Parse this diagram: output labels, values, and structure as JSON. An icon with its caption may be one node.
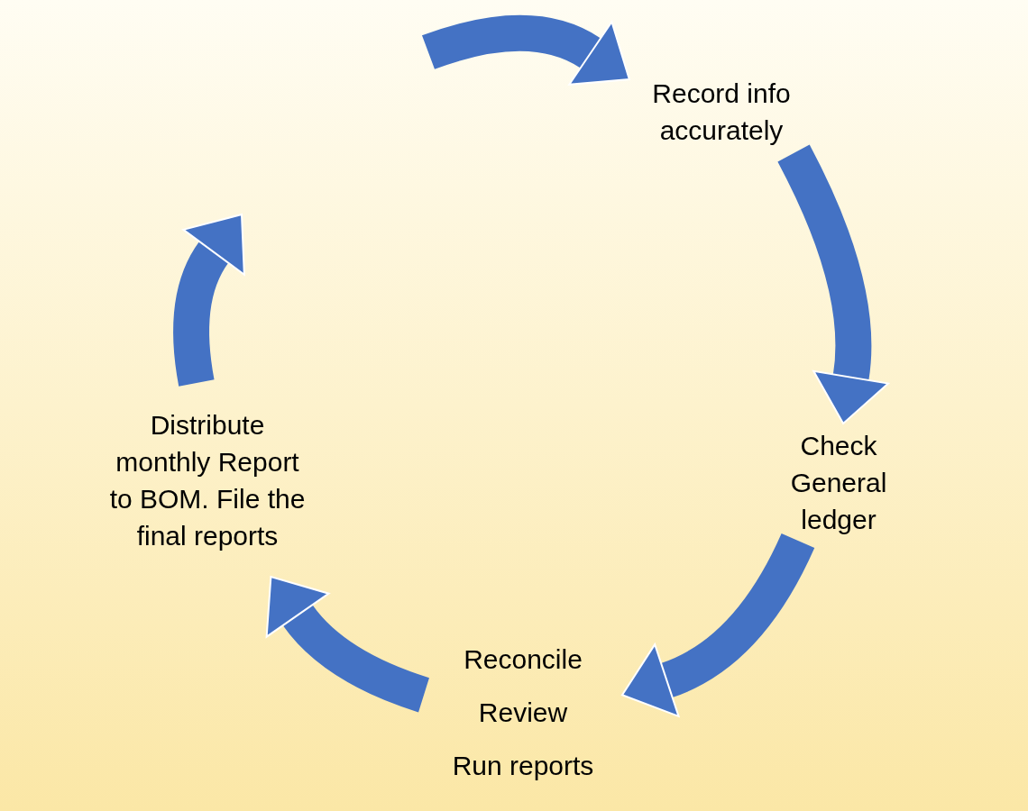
{
  "diagram": {
    "nodes": [
      {
        "text": [
          "Record info accurately"
        ]
      },
      {
        "text": [
          "Check General ledger"
        ]
      },
      {
        "text": [
          "Reconcile",
          "Review",
          "Run reports"
        ]
      },
      {
        "text": [
          "Distribute monthly Report to BOM. File the final reports"
        ]
      }
    ],
    "edges": [
      {
        "from": null,
        "to": 0,
        "arrow": "to"
      },
      {
        "from": 0,
        "to": 1,
        "arrow": "to"
      },
      {
        "from": 1,
        "to": 2,
        "arrow": "to"
      },
      {
        "from": 2,
        "to": 3,
        "arrow": "to"
      },
      {
        "from": 3,
        "to": null,
        "arrow": "to"
      }
    ]
  }
}
